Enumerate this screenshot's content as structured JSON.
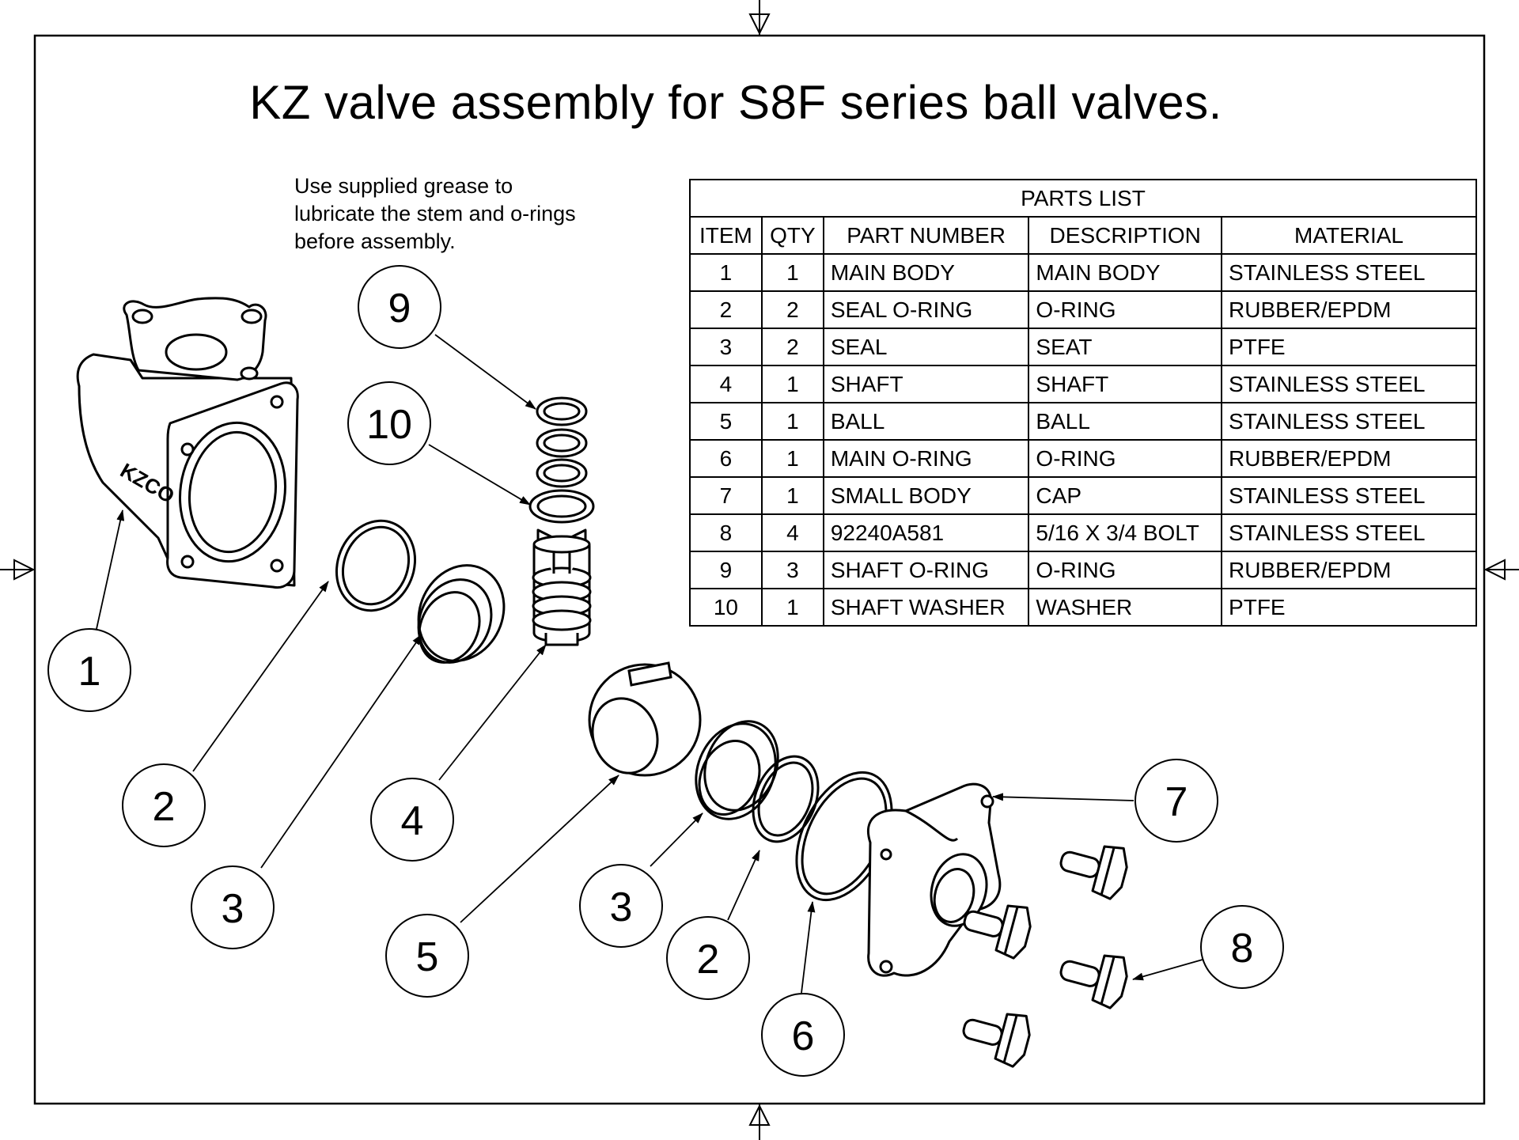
{
  "title": "KZ valve assembly for S8F series ball valves.",
  "note": [
    "Use supplied grease to",
    "lubricate the stem and o-rings",
    "before assembly."
  ],
  "body_logo": "KZCO",
  "parts_list": {
    "heading": "PARTS LIST",
    "columns": [
      "ITEM",
      "QTY",
      "PART NUMBER",
      "DESCRIPTION",
      "MATERIAL"
    ],
    "rows": [
      {
        "item": "1",
        "qty": "1",
        "part_number": "MAIN BODY",
        "description": "MAIN BODY",
        "material": "STAINLESS STEEL"
      },
      {
        "item": "2",
        "qty": "2",
        "part_number": "SEAL O-RING",
        "description": "O-RING",
        "material": "RUBBER/EPDM"
      },
      {
        "item": "3",
        "qty": "2",
        "part_number": "SEAL",
        "description": "SEAT",
        "material": "PTFE"
      },
      {
        "item": "4",
        "qty": "1",
        "part_number": "SHAFT",
        "description": "SHAFT",
        "material": "STAINLESS STEEL"
      },
      {
        "item": "5",
        "qty": "1",
        "part_number": "BALL",
        "description": "BALL",
        "material": "STAINLESS STEEL"
      },
      {
        "item": "6",
        "qty": "1",
        "part_number": "MAIN O-RING",
        "description": "O-RING",
        "material": "RUBBER/EPDM"
      },
      {
        "item": "7",
        "qty": "1",
        "part_number": "SMALL BODY",
        "description": "CAP",
        "material": "STAINLESS STEEL"
      },
      {
        "item": "8",
        "qty": "4",
        "part_number": "92240A581",
        "description": "5/16 X 3/4 BOLT",
        "material": "STAINLESS STEEL"
      },
      {
        "item": "9",
        "qty": "3",
        "part_number": "SHAFT O-RING",
        "description": "O-RING",
        "material": "RUBBER/EPDM"
      },
      {
        "item": "10",
        "qty": "1",
        "part_number": "SHAFT WASHER",
        "description": "WASHER",
        "material": "PTFE"
      }
    ]
  },
  "balloons": [
    {
      "label": "1",
      "part": "main-body"
    },
    {
      "label": "2",
      "part": "seal-o-ring-left"
    },
    {
      "label": "3",
      "part": "seal-left"
    },
    {
      "label": "4",
      "part": "shaft"
    },
    {
      "label": "5",
      "part": "ball"
    },
    {
      "label": "3",
      "part": "seal-right"
    },
    {
      "label": "2",
      "part": "seal-o-ring-right"
    },
    {
      "label": "6",
      "part": "main-o-ring"
    },
    {
      "label": "7",
      "part": "small-body"
    },
    {
      "label": "8",
      "part": "bolt"
    },
    {
      "label": "9",
      "part": "shaft-o-ring"
    },
    {
      "label": "10",
      "part": "shaft-washer"
    }
  ]
}
